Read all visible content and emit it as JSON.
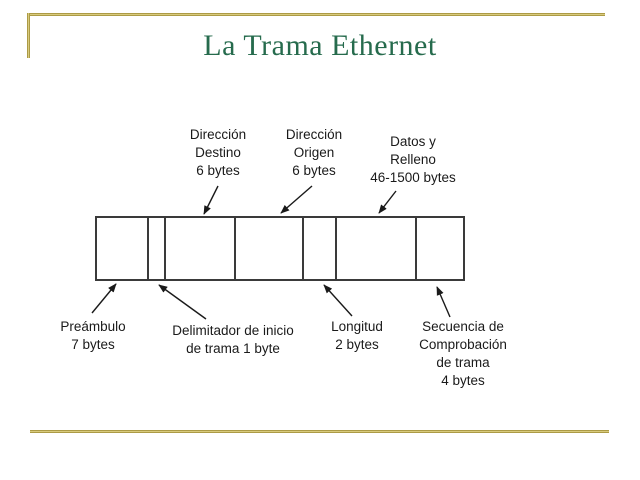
{
  "slide": {
    "title": "La Trama Ethernet",
    "colors": {
      "title_green": "#266b4d",
      "accent_gold": "#b9a033",
      "diagram_stroke": "#3a3a3a",
      "label_text": "#1a1a1a"
    },
    "diagram": {
      "labels": {
        "dest_address": "Dirección\nDestino\n6 bytes",
        "src_address": "Dirección\nOrigen\n6 bytes",
        "data": "Datos y\nRelleno\n46-1500 bytes",
        "preamble": "Preámbulo\n7 bytes",
        "sfd": "Delimitador de inicio\nde trama 1 byte",
        "length": "Longitud\n2 bytes",
        "fcs": "Secuencia de\nComprobación\nde trama\n4 bytes"
      }
    }
  }
}
